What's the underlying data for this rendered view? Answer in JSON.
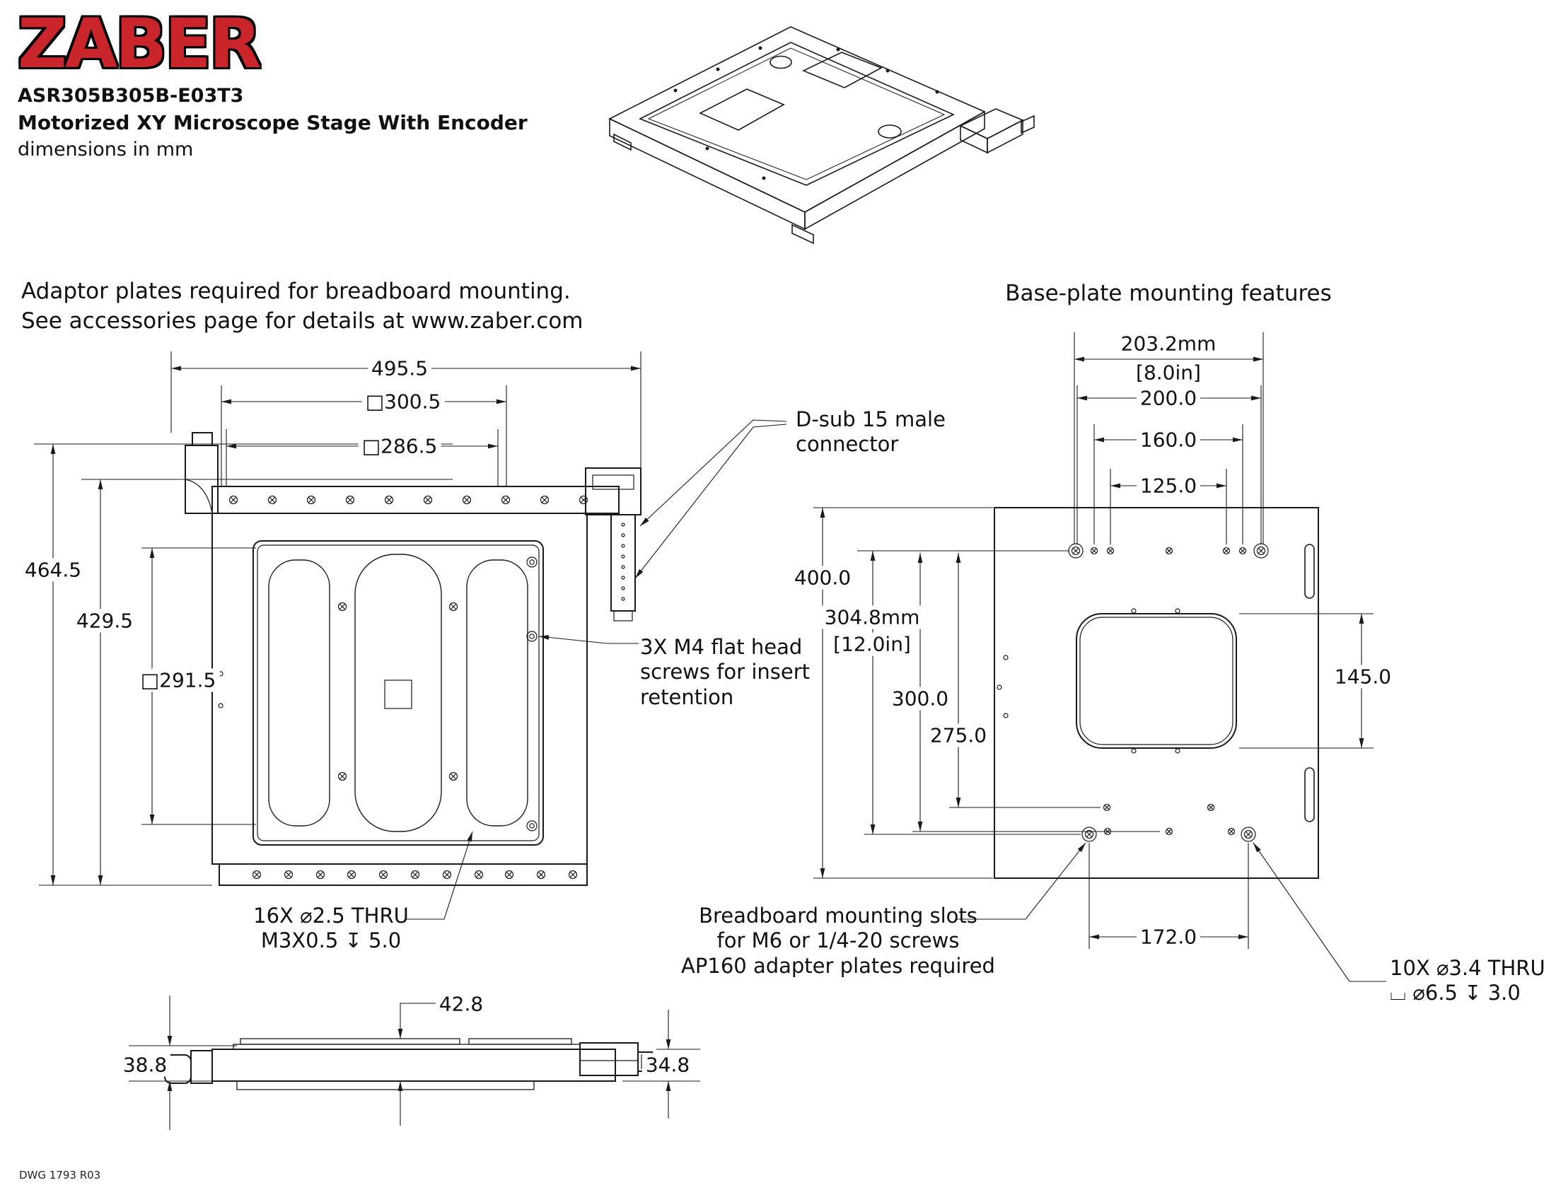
{
  "header": {
    "logo": "ZABER",
    "model": "ASR305B305B-E03T3",
    "product_title": "Motorized XY Microscope Stage With Encoder",
    "units_note": "dimensions in mm"
  },
  "notes": {
    "line1": "Adaptor plates required for breadboard mounting.",
    "line2": "See accessories page for details at www.zaber.com"
  },
  "section_titles": {
    "base_plate": "Base-plate mounting features"
  },
  "callouts": {
    "dsub": {
      "line1": "D-sub 15 male",
      "line2": "connector"
    },
    "m4": {
      "line1": "3X M4 flat head",
      "line2": "screws for insert",
      "line3": "retention"
    },
    "insert_holes": {
      "line1": "16X  ⌀2.5 THRU",
      "line2": "M3X0.5  ↧ 5.0"
    },
    "breadboard": {
      "line1": "Breadboard mounting slots",
      "line2": "for M6 or 1/4-20 screws",
      "line3": "AP160 adapter plates required"
    },
    "base_holes": {
      "line1": "10X  ⌀3.4 THRU",
      "line2": "⌴ ⌀6.5  ↧ 3.0"
    }
  },
  "dimensions": {
    "top_view": {
      "width_overall": "495.5",
      "width_travel": "□300.5",
      "width_inner": "□286.5",
      "height_overall": "464.5",
      "height_body": "429.5",
      "insert_square": "□291.5"
    },
    "base_plate": {
      "d203": "203.2mm",
      "d203_in": "[8.0in]",
      "d200": "200.0",
      "d160": "160.0",
      "d125": "125.0",
      "d400": "400.0",
      "d304": "304.8mm",
      "d304_in": "[12.0in]",
      "d300": "300.0",
      "d275": "275.0",
      "d145": "145.0",
      "d172": "172.0"
    },
    "side_view": {
      "d42": "42.8",
      "d38": "38.8",
      "d34": "34.8"
    }
  },
  "footer": {
    "drawing_number": "DWG 1793 R03"
  },
  "colors": {
    "logo_red": "#c9252b",
    "line": "#1a1a1a",
    "background": "#ffffff"
  }
}
